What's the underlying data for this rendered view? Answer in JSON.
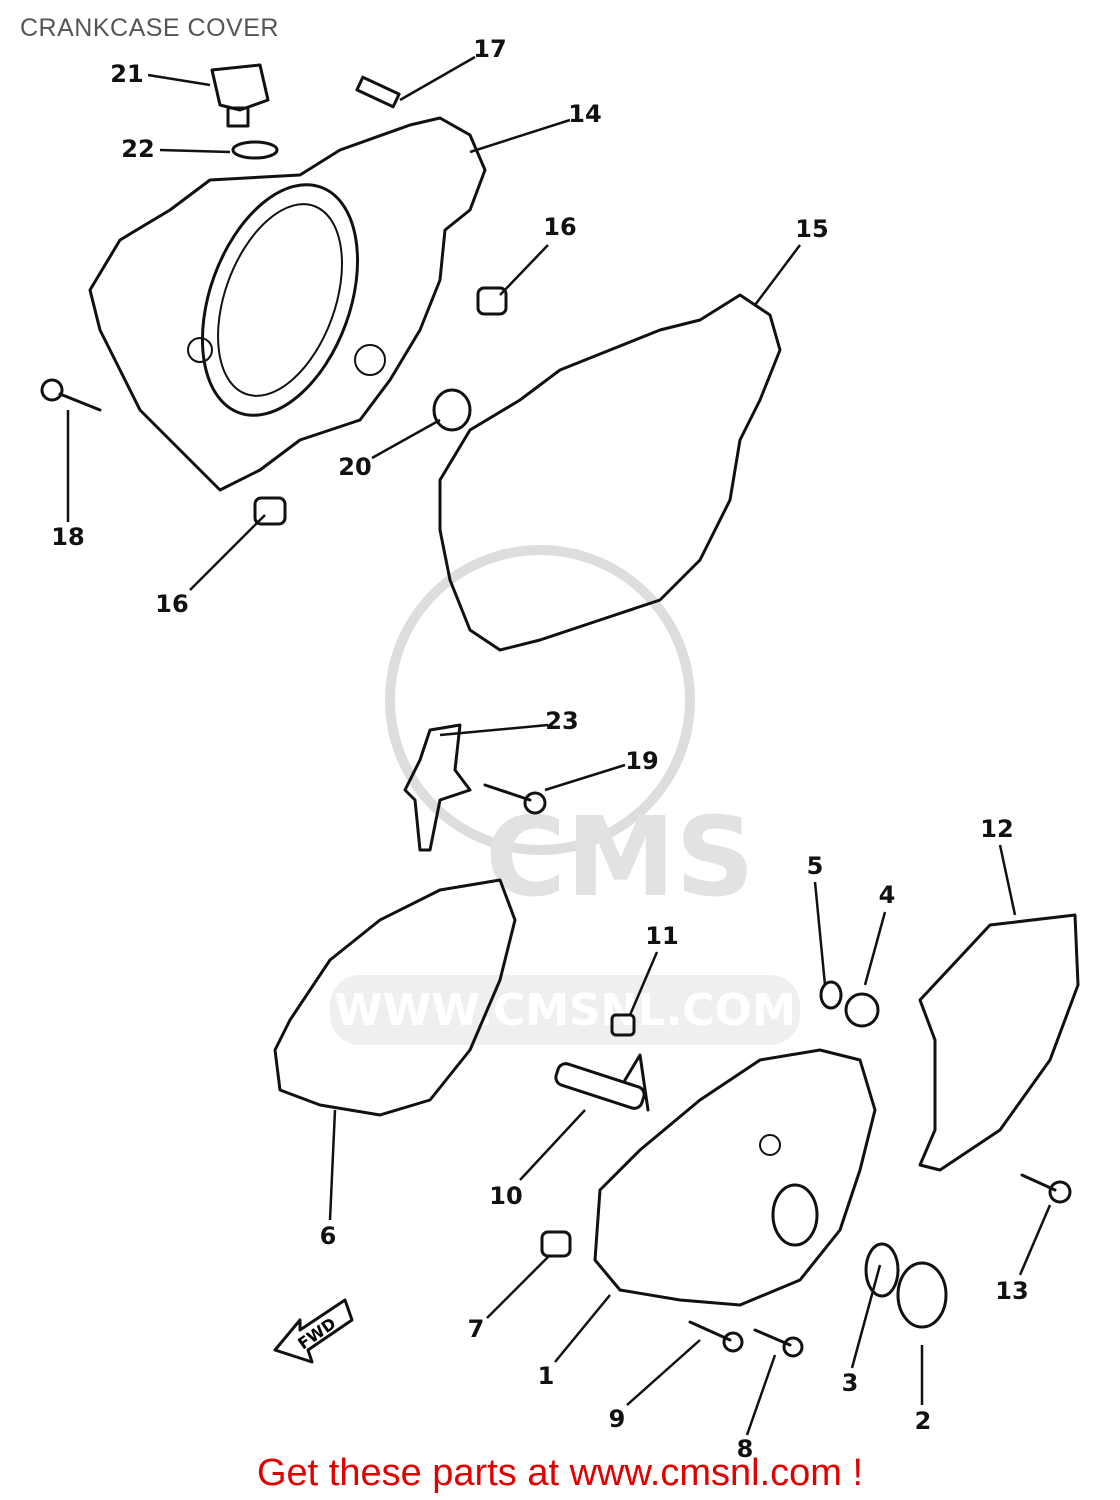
{
  "title": "CRANKCASE COVER",
  "footer": "Get these parts at www.cmsnl.com !",
  "watermark": {
    "logo": "CMS",
    "url": "WWW.CMSNL.COM"
  },
  "fwd_label": "FWD",
  "callouts": [
    "21",
    "22",
    "17",
    "14",
    "16",
    "15",
    "18",
    "20",
    "16",
    "23",
    "19",
    "12",
    "5",
    "4",
    "11",
    "6",
    "10",
    "13",
    "7",
    "1",
    "3",
    "2",
    "9",
    "8"
  ]
}
